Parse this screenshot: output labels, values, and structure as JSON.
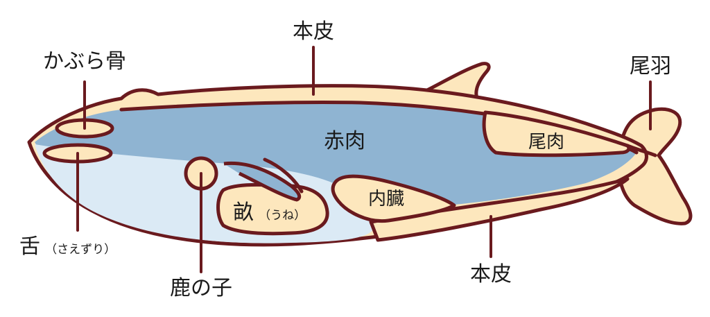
{
  "labels": {
    "hongawa_top": "本皮",
    "kabura": "かぶら骨",
    "obane": "尾羽",
    "akaniku": "赤肉",
    "oniku": "尾肉",
    "naizou": "内臓",
    "une_main": "畝",
    "une_sub": "（うね）",
    "shita_main": "舌",
    "shita_sub": "（さえずり）",
    "kanoko": "鹿の子",
    "hongawa_bottom": "本皮"
  },
  "colors": {
    "outline": "#6a1a1e",
    "blubber": "#fde7bd",
    "red_meat": "#8fb4d2",
    "belly": "#dbeaf5"
  }
}
